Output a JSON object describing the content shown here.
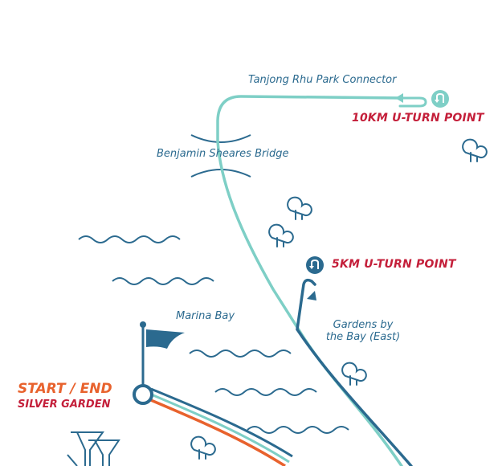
{
  "labels": {
    "tanjong_rhu": "Tanjong Rhu Park Connector",
    "benjamin_sheares": "Benjamin Sheares Bridge",
    "marina_bay": "Marina Bay",
    "gardens_line1": "Gardens by",
    "gardens_line2": "the Bay (East)",
    "uturn_10k": "10KM U-TURN POINT",
    "uturn_5k": "5KM U-TURN POINT",
    "start_end": "START / END",
    "silver_garden": "SILVER GARDEN"
  },
  "colors": {
    "route_10k": "#7ecfc6",
    "route_5k": "#2b6a8f",
    "route_start": "#e8622d",
    "label_blue": "#2b6a8f",
    "label_red": "#c41f3a",
    "label_orange": "#e8622d"
  },
  "icons": [
    "u-turn-icon",
    "tree-icon",
    "flag-icon",
    "wave-icon",
    "supertree-icon",
    "start-marker-icon"
  ]
}
